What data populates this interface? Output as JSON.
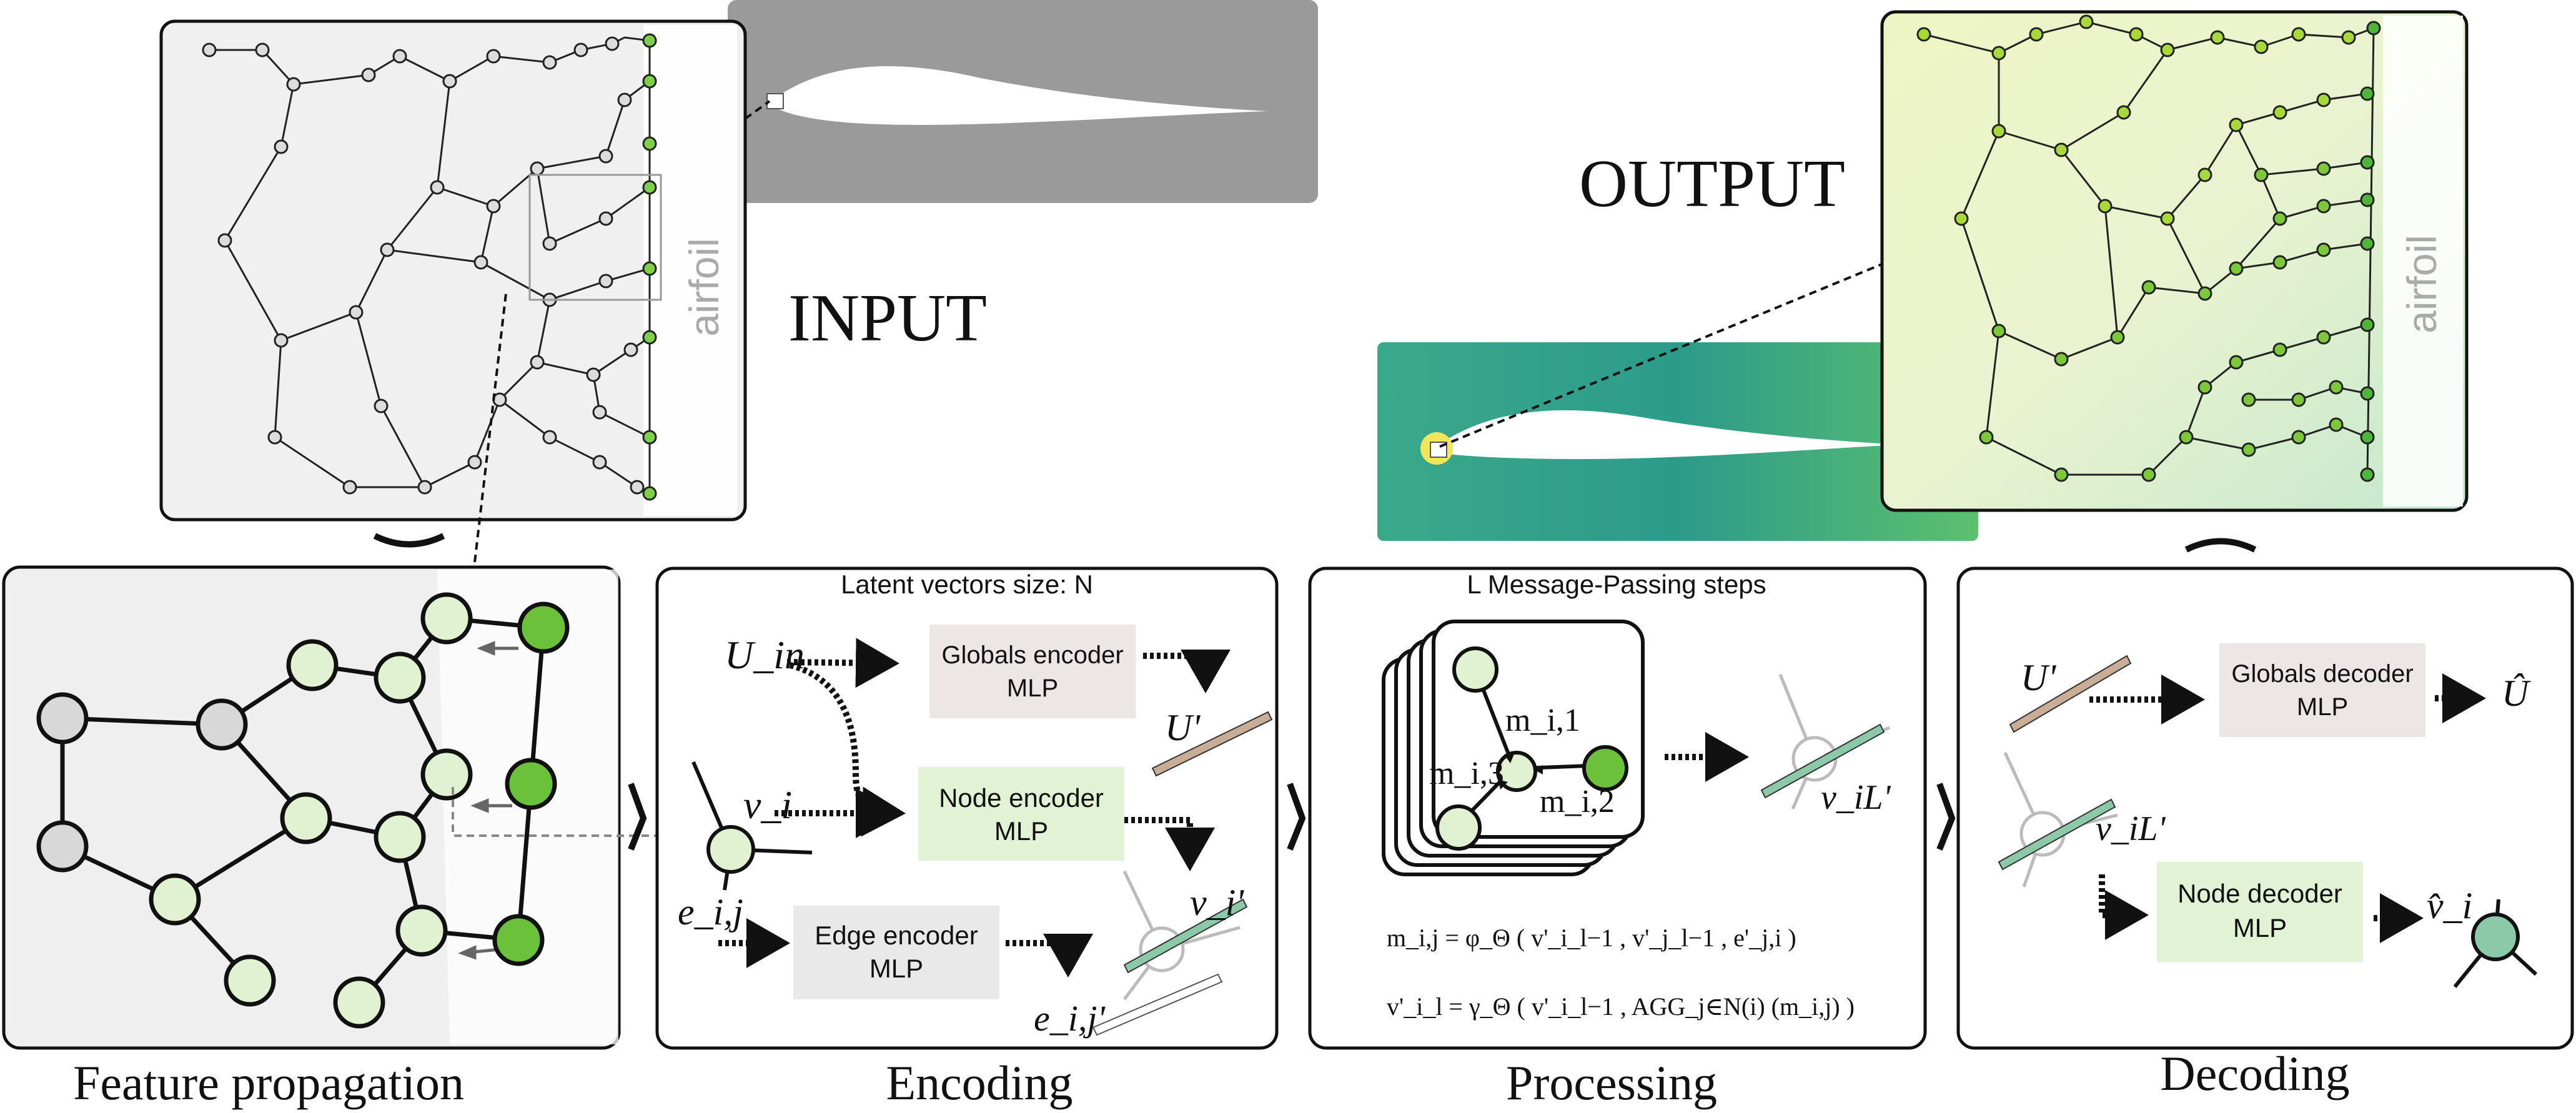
{
  "top": {
    "input_label": "INPUT",
    "output_label": "OUTPUT",
    "airfoil_label_left": "airfoil",
    "airfoil_label_right": "airfoil"
  },
  "stages": {
    "feature_propagation": "Feature propagation",
    "encoding": "Encoding",
    "processing": "Processing",
    "decoding": "Decoding"
  },
  "encoding": {
    "header": "Latent vectors size: N",
    "u_in": "U_in",
    "v_i": "v_i",
    "e_ij": "e_i,j",
    "globals_encoder": [
      "Globals encoder",
      "MLP"
    ],
    "node_encoder": [
      "Node encoder",
      "MLP"
    ],
    "edge_encoder": [
      "Edge encoder",
      "MLP"
    ],
    "u_prime": "U'",
    "v_prime": "v_i'",
    "e_prime": "e_i,j'"
  },
  "processing": {
    "header": "L Message-Passing steps",
    "m_i1": "m_i,1",
    "m_i2": "m_i,2",
    "m_i3": "m_i,3",
    "v_out": "v_iL'",
    "eq1": "m_i,j = φ_Θ ( v'_i_l−1 , v'_j_l−1 , e'_j,i )",
    "eq2": "v'_i_l = γ_Θ ( v'_i_l−1 , AGG_j∈N(i) (m_i,j) )"
  },
  "decoding": {
    "u_prime": "U'",
    "globals_decoder": [
      "Globals decoder",
      "MLP"
    ],
    "u_hat": "Û",
    "v_in": "v_iL'",
    "node_decoder": [
      "Node decoder",
      "MLP"
    ],
    "v_hat": "v̂_i"
  },
  "colors": {
    "globals_box": "#ece7e4",
    "node_box": "#e2f2d4",
    "edge_box": "#e9e9e9",
    "bright_green": "#6cc13a",
    "light_green": "#e1f2d3",
    "grey_node": "#d8d8d8",
    "teal": "#8cc9a9",
    "tan": "#c9ad96"
  }
}
